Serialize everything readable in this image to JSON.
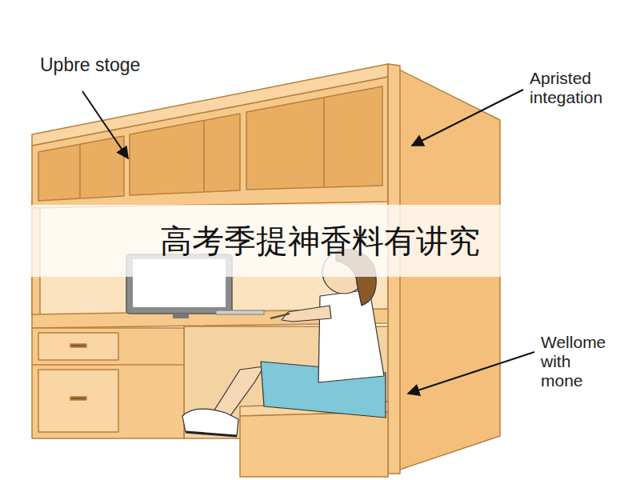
{
  "diagram": {
    "nodes": [
      {
        "text": [
          "高考季提神香料有讲究"
        ]
      }
    ],
    "labels": [
      "Upbre stoge",
      "Apristed integation",
      "Wellome with mone"
    ]
  }
}
